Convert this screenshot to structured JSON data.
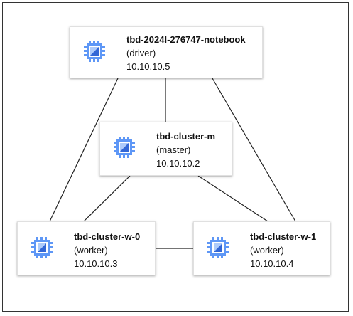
{
  "colors": {
    "edge": "#222222",
    "chip_outer": "#5e97f6",
    "chip_inner": "#3367d6",
    "chip_core": "#aecbfa"
  },
  "nodes": {
    "notebook": {
      "name": "tbd-2024l-276747-notebook",
      "role": "(driver)",
      "ip": "10.10.10.5",
      "icon": "cpu-chip-icon"
    },
    "master": {
      "name": "tbd-cluster-m",
      "role": "(master)",
      "ip": "10.10.10.2",
      "icon": "cpu-chip-icon"
    },
    "worker0": {
      "name": "tbd-cluster-w-0",
      "role": "(worker)",
      "ip": "10.10.10.3",
      "icon": "cpu-chip-icon"
    },
    "worker1": {
      "name": "tbd-cluster-w-1",
      "role": "(worker)",
      "ip": "10.10.10.4",
      "icon": "cpu-chip-icon"
    }
  },
  "edges": [
    [
      "notebook",
      "master"
    ],
    [
      "notebook",
      "worker0"
    ],
    [
      "notebook",
      "worker1"
    ],
    [
      "master",
      "worker0"
    ],
    [
      "master",
      "worker1"
    ],
    [
      "worker0",
      "worker1"
    ]
  ]
}
